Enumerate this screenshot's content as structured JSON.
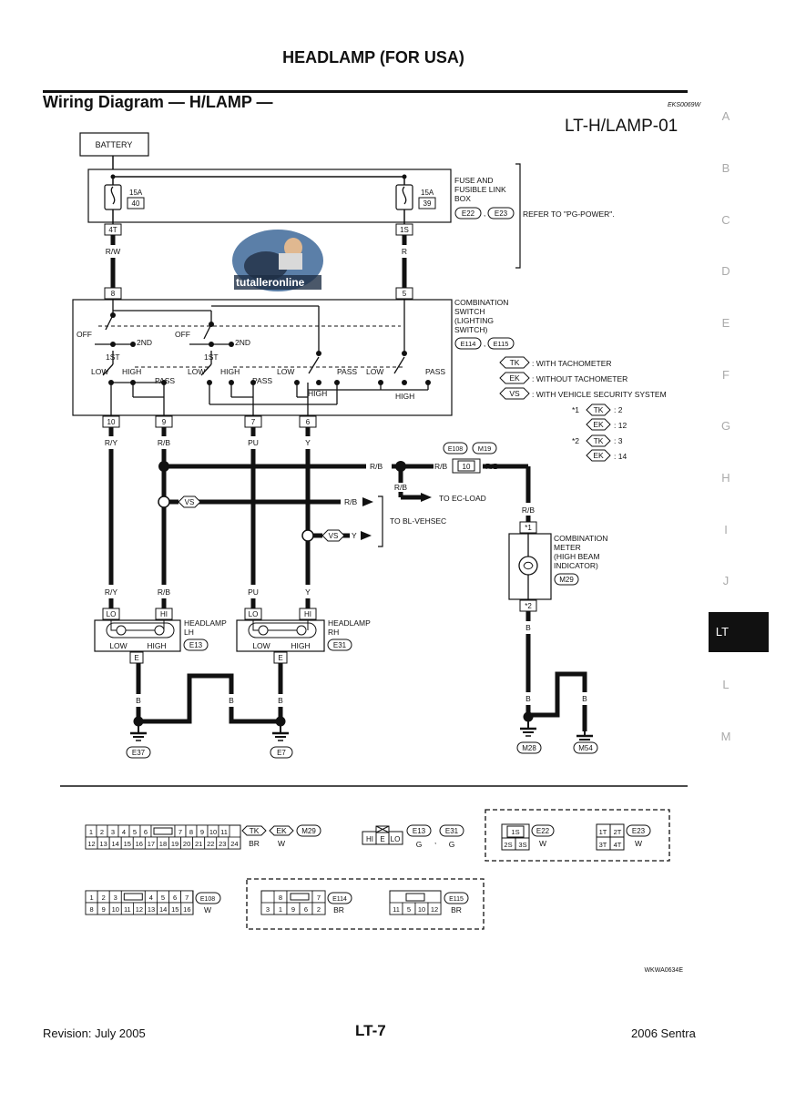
{
  "page": {
    "title": "HEADLAMP (FOR USA)",
    "section_title": "Wiring Diagram — H/LAMP —",
    "ref_code": "EKS0069W",
    "sheet_id": "LT-H/LAMP-01",
    "revision": "Revision: July 2005",
    "page_number": "LT-7",
    "model": "2006 Sentra",
    "diagram_code": "WKWA0634E",
    "watermark": "tutalleronline"
  },
  "side_index": [
    "A",
    "B",
    "C",
    "D",
    "E",
    "F",
    "G",
    "H",
    "I",
    "J",
    "LT",
    "L",
    "M"
  ],
  "side_active": "LT",
  "diagram": {
    "battery": "BATTERY",
    "fuse_box": {
      "lines": [
        "FUSE AND",
        "FUSIBLE LINK",
        "BOX"
      ],
      "connectors": [
        "E22",
        "E23"
      ],
      "refer": "REFER TO \"PG-POWER\".",
      "fuse_left": {
        "rating": "15A",
        "number": "40",
        "terminal": "4T",
        "wire": "R/W"
      },
      "fuse_right": {
        "rating": "15A",
        "number": "39",
        "terminal": "1S",
        "wire": "R"
      }
    },
    "combination_switch": {
      "lines": [
        "COMBINATION",
        "SWITCH",
        "(LIGHTING",
        "SWITCH)"
      ],
      "connectors": [
        "E114",
        "E115"
      ],
      "in_terminals": [
        "8",
        "5"
      ],
      "labels": {
        "off": "OFF",
        "second": "2ND",
        "first": "1ST",
        "low": "LOW",
        "high": "HIGH",
        "pass": "PASS"
      },
      "out_terminals": [
        {
          "pin": "10",
          "wire": "R/Y"
        },
        {
          "pin": "9",
          "wire": "R/B"
        },
        {
          "pin": "7",
          "wire": "PU"
        },
        {
          "pin": "6",
          "wire": "Y"
        }
      ]
    },
    "legend": [
      {
        "code": "TK",
        "text": ": WITH TACHOMETER"
      },
      {
        "code": "EK",
        "text": ": WITHOUT TACHOMETER"
      },
      {
        "code": "VS",
        "text": ": WITH VEHICLE SECURITY SYSTEM"
      }
    ],
    "notes": [
      {
        "mark": "*1",
        "code": "TK",
        "value": ": 2"
      },
      {
        "mark": "",
        "code": "EK",
        "value": ": 12"
      },
      {
        "mark": "*2",
        "code": "TK",
        "value": ": 3"
      },
      {
        "mark": "",
        "code": "EK",
        "value": ": 14"
      }
    ],
    "connector_e108": "E108",
    "connector_m19": "M19",
    "pin_10": "10",
    "wire_rb": "R/B",
    "wire_y": "Y",
    "wire_b": "B",
    "vs_code": "VS",
    "to_ec_load": "TO EC-LOAD",
    "to_bl_vehsec": "TO BL-VEHSEC",
    "combination_meter": {
      "lines": [
        "COMBINATION",
        "METER",
        "(HIGH BEAM",
        "INDICATOR)"
      ],
      "connector": "M29",
      "top_pin": "*1",
      "bottom_pin": "*2"
    },
    "headlamp_lh": {
      "lines": [
        "HEADLAMP",
        "LH"
      ],
      "connector": "E13",
      "lo": "LO",
      "hi": "HI",
      "low": "LOW",
      "high": "HIGH",
      "e": "E"
    },
    "headlamp_rh": {
      "lines": [
        "HEADLAMP",
        "RH"
      ],
      "connector": "E31",
      "lo": "LO",
      "hi": "HI",
      "low": "LOW",
      "high": "HIGH",
      "e": "E"
    },
    "grounds": [
      "E37",
      "E7",
      "M28",
      "M54"
    ]
  },
  "connector_views": {
    "m29": {
      "row1": [
        "1",
        "2",
        "3",
        "4",
        "5",
        "6",
        "",
        "7",
        "8",
        "9",
        "10",
        "11"
      ],
      "row2": [
        "12",
        "13",
        "14",
        "15",
        "16",
        "17",
        "18",
        "19",
        "20",
        "21",
        "22",
        "23",
        "24"
      ],
      "tags": [
        {
          "code": "TK",
          "color": "BR"
        },
        {
          "code": "EK",
          "color": "W"
        }
      ],
      "connector": "M29"
    },
    "headlamp": {
      "pins": [
        "HI",
        "E",
        "LO"
      ],
      "tags": [
        {
          "code": "E13",
          "color": "G"
        },
        {
          "code": "E31",
          "color": "G"
        }
      ]
    },
    "fuse_e22": {
      "row1": [
        "1S"
      ],
      "row2": [
        "2S",
        "3S"
      ],
      "connector": "E22",
      "color": "W"
    },
    "fuse_e23": {
      "row1": [
        "1T",
        "2T"
      ],
      "row2": [
        "3T",
        "4T"
      ],
      "connector": "E23",
      "color": "W"
    },
    "e108": {
      "row1": [
        "1",
        "2",
        "3",
        "",
        "4",
        "5",
        "6",
        "7"
      ],
      "row2": [
        "8",
        "9",
        "10",
        "11",
        "12",
        "13",
        "14",
        "15",
        "16"
      ],
      "connector": "E108",
      "color": "W"
    },
    "e114": {
      "row1": [
        "8",
        "",
        "7"
      ],
      "row2": [
        "3",
        "1",
        "9",
        "6",
        "2"
      ],
      "connector": "E114",
      "color": "BR"
    },
    "e115": {
      "row1": [
        ""
      ],
      "row2": [
        "11",
        "5",
        "10",
        "12"
      ],
      "connector": "E115",
      "color": "BR"
    }
  }
}
